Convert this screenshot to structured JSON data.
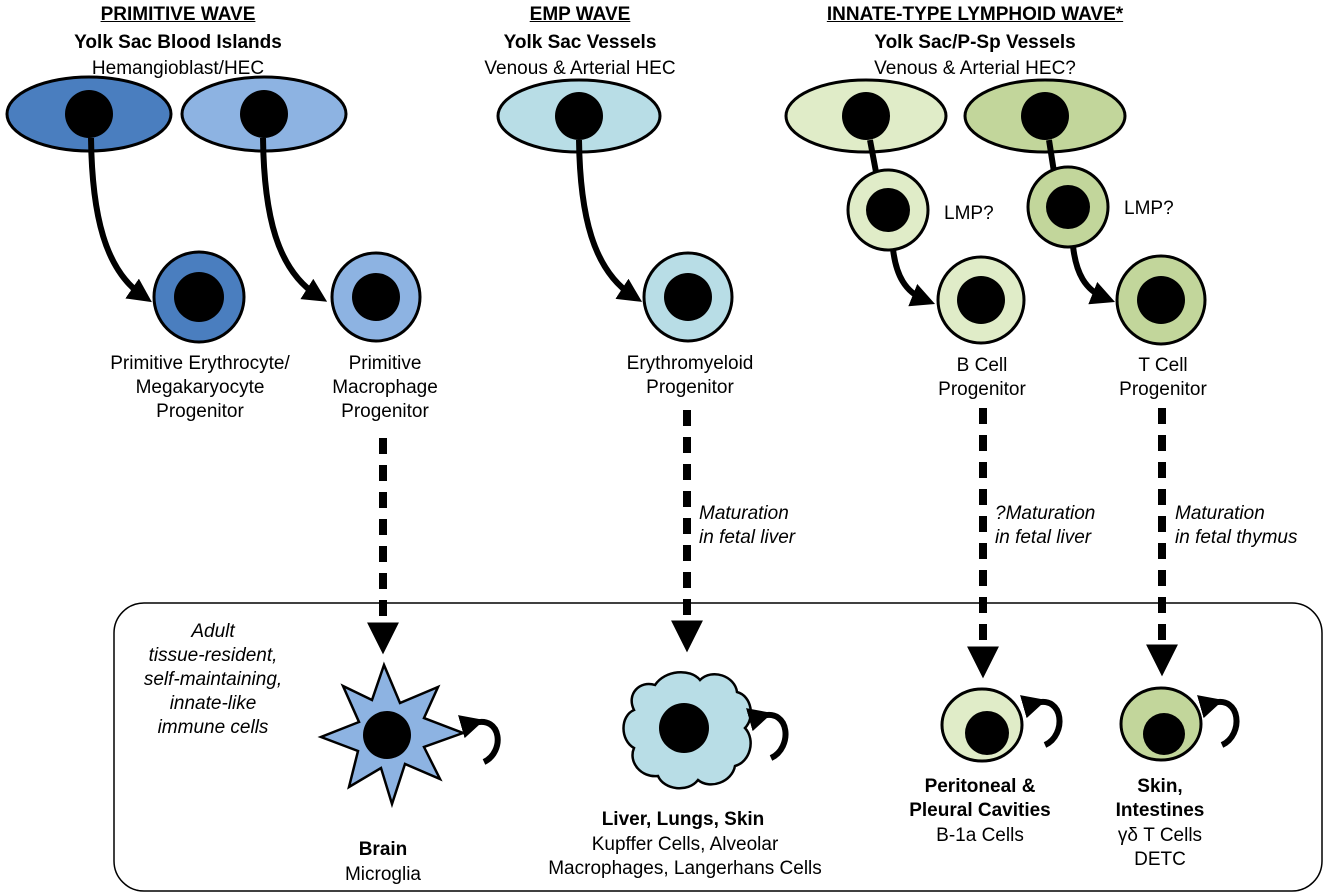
{
  "waves": {
    "primitive": {
      "title": "PRIMITIVE WAVE",
      "site": "Yolk Sac Blood Islands",
      "origin": "Hemangioblast/HEC",
      "progenitor_ery": [
        "Primitive Erythrocyte/",
        "Megakaryocyte",
        "Progenitor"
      ],
      "progenitor_mac": [
        "Primitive",
        "Macrophage",
        "Progenitor"
      ],
      "tissue": "Brain",
      "cells": "Microglia"
    },
    "emp": {
      "title": "EMP WAVE",
      "site": "Yolk Sac Vessels",
      "origin": "Venous & Arterial HEC",
      "progenitor": [
        "Erythromyeloid",
        "Progenitor"
      ],
      "maturation": [
        "Maturation",
        "in fetal liver"
      ],
      "tissue": "Liver, Lungs, Skin",
      "cells": [
        "Kupffer Cells, Alveolar",
        "Macrophages, Langerhans Cells"
      ]
    },
    "lymphoid": {
      "title": "INNATE-TYPE LYMPHOID WAVE*",
      "site": "Yolk Sac/P-Sp Vessels",
      "origin": "Venous & Arterial HEC?",
      "lmp_label": "LMP?",
      "b_progenitor": [
        "B Cell",
        "Progenitor"
      ],
      "t_progenitor": [
        "T Cell",
        "Progenitor"
      ],
      "b_maturation": [
        "?Maturation",
        "in fetal liver"
      ],
      "t_maturation": [
        "Maturation",
        "in fetal thymus"
      ],
      "b_tissue": [
        "Peritoneal &",
        "Pleural Cavities"
      ],
      "b_cells": "B-1a Cells",
      "t_tissue": [
        "Skin,",
        "Intestines"
      ],
      "t_cells": [
        "γδ T Cells",
        "DETC"
      ]
    }
  },
  "adult_box_label": [
    "Adult",
    "tissue-resident,",
    "self-maintaining,",
    "innate-like",
    "immune cells"
  ],
  "colors": {
    "primitive_ery": "#4a7ebf",
    "primitive_mac": "#8db3e2",
    "emp": "#b8dde6",
    "lymphoid_b": "#e0ecc8",
    "lymphoid_t": "#c2d69b",
    "nucleus": "#000000"
  }
}
